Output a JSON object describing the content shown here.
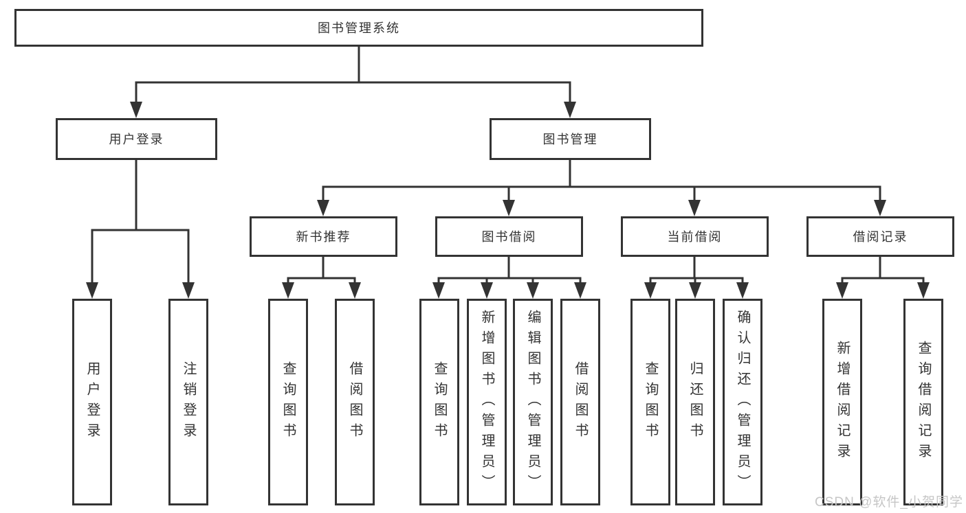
{
  "root": {
    "label": "图书管理系统"
  },
  "user_login": {
    "label": "用户登录",
    "children": {
      "login": {
        "label": "用户登录"
      },
      "logout": {
        "label": "注销登录"
      }
    }
  },
  "book_mgmt": {
    "label": "图书管理",
    "new_book_rec": {
      "label": "新书推荐",
      "children": {
        "query_books": {
          "label": "查询图书"
        },
        "borrow_books": {
          "label": "借阅图书"
        }
      }
    },
    "book_borrow": {
      "label": "图书借阅",
      "children": {
        "query_books": {
          "label": "查询图书"
        },
        "add_books_admin": {
          "label": "新增图书（管理员）"
        },
        "edit_books_admin": {
          "label": "编辑图书（管理员）"
        },
        "borrow_books": {
          "label": "借阅图书"
        }
      }
    },
    "current_borrow": {
      "label": "当前借阅",
      "children": {
        "query_books": {
          "label": "查询图书"
        },
        "return_books": {
          "label": "归还图书"
        },
        "confirm_return_admin": {
          "label": "确认归还（管理员）"
        }
      }
    },
    "borrow_records": {
      "label": "借阅记录",
      "children": {
        "add_borrow_record": {
          "label": "新增借阅记录"
        },
        "query_borrow_record": {
          "label": "查询借阅记录"
        }
      }
    }
  },
  "watermark": {
    "text": "CSDN @软件_小贺同学"
  },
  "colors": {
    "line": "#333333",
    "text": "#333333",
    "watermark": "#c6c6c6",
    "background": "#ffffff"
  }
}
